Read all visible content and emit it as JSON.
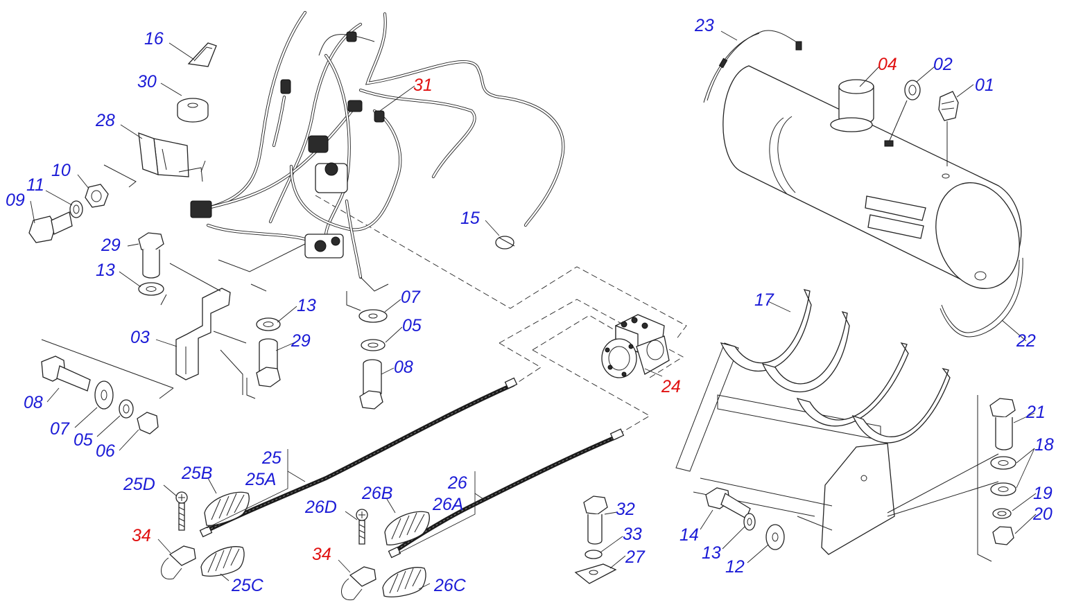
{
  "colors": {
    "standard_callout": "#1a1ad6",
    "highlight_callout": "#e01010",
    "line": "#222222"
  },
  "callouts": {
    "c01": {
      "text": "01",
      "color": "#1a1ad6"
    },
    "c02": {
      "text": "02",
      "color": "#1a1ad6"
    },
    "c03": {
      "text": "03",
      "color": "#1a1ad6"
    },
    "c04": {
      "text": "04",
      "color": "#e01010"
    },
    "c05a": {
      "text": "05",
      "color": "#1a1ad6"
    },
    "c05b": {
      "text": "05",
      "color": "#1a1ad6"
    },
    "c06": {
      "text": "06",
      "color": "#1a1ad6"
    },
    "c07a": {
      "text": "07",
      "color": "#1a1ad6"
    },
    "c07b": {
      "text": "07",
      "color": "#1a1ad6"
    },
    "c08a": {
      "text": "08",
      "color": "#1a1ad6"
    },
    "c08b": {
      "text": "08",
      "color": "#1a1ad6"
    },
    "c09": {
      "text": "09",
      "color": "#1a1ad6"
    },
    "c10": {
      "text": "10",
      "color": "#1a1ad6"
    },
    "c11": {
      "text": "11",
      "color": "#1a1ad6"
    },
    "c12": {
      "text": "12",
      "color": "#1a1ad6"
    },
    "c13a": {
      "text": "13",
      "color": "#1a1ad6"
    },
    "c13b": {
      "text": "13",
      "color": "#1a1ad6"
    },
    "c13c": {
      "text": "13",
      "color": "#1a1ad6"
    },
    "c14": {
      "text": "14",
      "color": "#1a1ad6"
    },
    "c15": {
      "text": "15",
      "color": "#1a1ad6"
    },
    "c16": {
      "text": "16",
      "color": "#1a1ad6"
    },
    "c17": {
      "text": "17",
      "color": "#1a1ad6"
    },
    "c18": {
      "text": "18",
      "color": "#1a1ad6"
    },
    "c19": {
      "text": "19",
      "color": "#1a1ad6"
    },
    "c20": {
      "text": "20",
      "color": "#1a1ad6"
    },
    "c21": {
      "text": "21",
      "color": "#1a1ad6"
    },
    "c22": {
      "text": "22",
      "color": "#1a1ad6"
    },
    "c23": {
      "text": "23",
      "color": "#1a1ad6"
    },
    "c24": {
      "text": "24",
      "color": "#e01010"
    },
    "c25": {
      "text": "25",
      "color": "#1a1ad6"
    },
    "c25A": {
      "text": "25A",
      "color": "#1a1ad6"
    },
    "c25B": {
      "text": "25B",
      "color": "#1a1ad6"
    },
    "c25C": {
      "text": "25C",
      "color": "#1a1ad6"
    },
    "c25D": {
      "text": "25D",
      "color": "#1a1ad6"
    },
    "c26": {
      "text": "26",
      "color": "#1a1ad6"
    },
    "c26A": {
      "text": "26A",
      "color": "#1a1ad6"
    },
    "c26B": {
      "text": "26B",
      "color": "#1a1ad6"
    },
    "c26C": {
      "text": "26C",
      "color": "#1a1ad6"
    },
    "c26D": {
      "text": "26D",
      "color": "#1a1ad6"
    },
    "c27": {
      "text": "27",
      "color": "#1a1ad6"
    },
    "c28": {
      "text": "28",
      "color": "#1a1ad6"
    },
    "c29a": {
      "text": "29",
      "color": "#1a1ad6"
    },
    "c29b": {
      "text": "29",
      "color": "#1a1ad6"
    },
    "c30": {
      "text": "30",
      "color": "#1a1ad6"
    },
    "c31": {
      "text": "31",
      "color": "#e01010"
    },
    "c32": {
      "text": "32",
      "color": "#1a1ad6"
    },
    "c33": {
      "text": "33",
      "color": "#1a1ad6"
    },
    "c34a": {
      "text": "34",
      "color": "#e01010"
    },
    "c34b": {
      "text": "34",
      "color": "#e01010"
    }
  }
}
